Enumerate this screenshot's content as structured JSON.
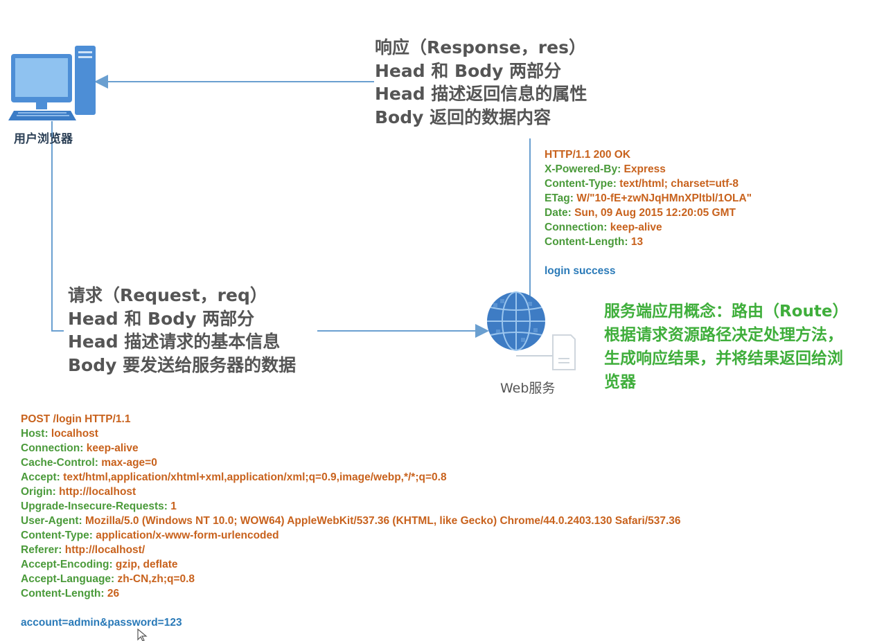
{
  "client": {
    "label": "用户浏览器"
  },
  "server": {
    "label": "Web服务"
  },
  "response_note": {
    "lines": [
      "响应（Response，res）",
      "Head 和 Body 两部分",
      "Head 描述返回信息的属性",
      "Body 返回的数据内容"
    ]
  },
  "request_note": {
    "lines": [
      "请求（Request，req）",
      "Head 和 Body 两部分",
      "Head 描述请求的基本信息",
      "Body 要发送给服务器的数据"
    ]
  },
  "route_note": {
    "lines": [
      "服务端应用概念：路由（Route）",
      "根据请求资源路径决定处理方法，",
      "生成响应结果，并将结果返回给浏",
      "览器"
    ]
  },
  "response_http": {
    "status_line": "HTTP/1.1 200 OK",
    "headers": [
      {
        "name": "X-Powered-By:",
        "value": " Express"
      },
      {
        "name": "Content-Type:",
        "value": " text/html; charset=utf-8"
      },
      {
        "name": "ETag:",
        "value": " W/\"10-fE+zwNJqHMnXPltbl/1OLA\""
      },
      {
        "name": "Date:",
        "value": " Sun, 09 Aug 2015 12:20:05 GMT"
      },
      {
        "name": "Connection:",
        "value": " keep-alive"
      },
      {
        "name": "Content-Length:",
        "value": " 13"
      }
    ],
    "body": "login success"
  },
  "request_http": {
    "request_line": "POST /login HTTP/1.1",
    "headers": [
      {
        "name": "Host:",
        "value": " localhost"
      },
      {
        "name": "Connection:",
        "value": " keep-alive"
      },
      {
        "name": "Cache-Control:",
        "value": " max-age=0"
      },
      {
        "name": "Accept:",
        "value": " text/html,application/xhtml+xml,application/xml;q=0.9,image/webp,*/*;q=0.8"
      },
      {
        "name": "Origin:",
        "value": " http://localhost"
      },
      {
        "name": "Upgrade-Insecure-Requests:",
        "value": " 1"
      },
      {
        "name": "User-Agent:",
        "value": " Mozilla/5.0 (Windows NT 10.0; WOW64) AppleWebKit/537.36 (KHTML, like Gecko) Chrome/44.0.2403.130 Safari/537.36"
      },
      {
        "name": "Content-Type:",
        "value": " application/x-www-form-urlencoded"
      },
      {
        "name": "Referer:",
        "value": " http://localhost/"
      },
      {
        "name": "Accept-Encoding:",
        "value": " gzip, deflate"
      },
      {
        "name": "Accept-Language:",
        "value": " zh-CN,zh;q=0.8"
      },
      {
        "name": "Content-Length:",
        "value": " 26"
      }
    ],
    "body": "account=admin&password=123"
  },
  "colors": {
    "line": "#6a9fd0",
    "http_orange": "#c8621d",
    "http_green": "#4a9a3a",
    "http_blue": "#2a7ab8",
    "route_green": "#3fae3b",
    "note_gray": "#555555"
  }
}
